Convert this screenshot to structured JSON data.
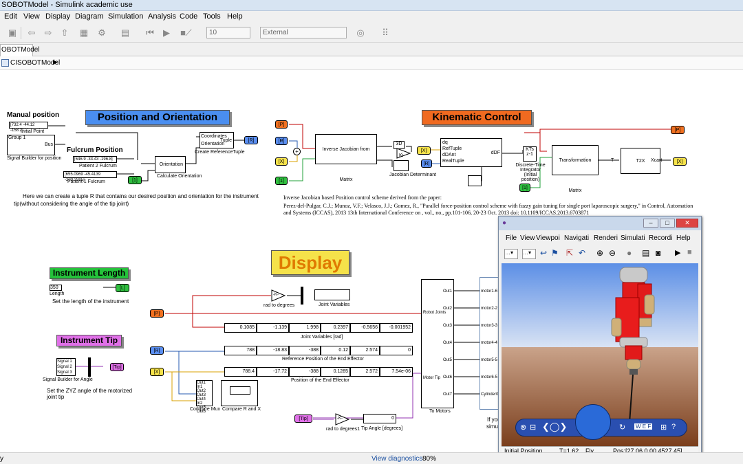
{
  "window": {
    "title": "SOBOTModel - Simulink academic use"
  },
  "menu": [
    "Edit",
    "View",
    "Display",
    "Diagram",
    "Simulation",
    "Analysis",
    "Code",
    "Tools",
    "Help"
  ],
  "toolbar": {
    "stop_time": "10",
    "sim_mode": "External"
  },
  "tab": {
    "label": "OBOTModel"
  },
  "breadcrumb": {
    "label": "CISOBOTModel"
  },
  "titles": {
    "pos": "Position and Orientation",
    "kin": "Kinematic Control",
    "disp": "Display",
    "len": "Instrument Length",
    "tip": "Instrument Tip"
  },
  "pos": {
    "manual": "Manual position",
    "const1": "[732.4 -44.12 -158.2]",
    "initial": "Initial Point",
    "group": "Group 1",
    "bus": "Bus",
    "sig": "Signal Builder for position",
    "fulcrum": "Fulcrum Position",
    "c2": "[646.9 -33.43 -196.8]",
    "p2": "Patient 2 Fulcrum",
    "c1": "[655.0969 -45.4139 -209.3985]",
    "p1": "Patient 1 Fulcrum",
    "orient": "Orientation",
    "calc": "Calculate Orientation",
    "coords": "Coordinates",
    "orient2": "Orientation",
    "tuple": "Tuple",
    "cref": "Create ReferenceTuple",
    "goto": "[R]",
    "port1": "[1]",
    "note1": "Here we can create a tuple R that contains our desired position and orientation for the instrument",
    "note2": "tip(without considering the angle of the tip joint)"
  },
  "kin": {
    "p_in": "[P]",
    "r_in": "[R]",
    "x_in": "[X]",
    "one_in": "[1]",
    "jinv": "Inverse Jacobian from Matrix",
    "ki": "Ki",
    "three_d": "3D",
    "jdet": "Jacobian Determinant",
    "x2": "[X]",
    "r2": "[R]",
    "ref": "RefTuple",
    "dd": "dDAnt",
    "real": "RealTuple",
    "dq": "dq",
    "ddf": "dDF",
    "dt": "Discrete-Time Integrator (Initial position)",
    "kts": "KTs",
    "z1": "z-1",
    "fk": "Transformation Matrix",
    "t2x": "T2X",
    "t": "T",
    "xcart": "Xcart",
    "x3": "[X]",
    "p3": "[P]",
    "one2": "[1]",
    "note1": "Inverse Jacobian based Position control scheme derived from the paper:",
    "note2": "Perez-del-Pulgar, C.J.; Munoz, V.F.; Velasco, J.J.; Gomez, R., \"Parallel force-position control scheme with fuzzy gain tuning for single port laparoscopic surgery,\" in Control, Automation",
    "note3": "and Systems (ICCAS), 2013 13th International Conference on , vol., no., pp.101-106, 20-23 Oct. 2013 doi: 10.1109/ICCAS.2013.6703871"
  },
  "len": {
    "val": "350",
    "lab": "Length",
    "out": "[L]",
    "note": "Set the length of the instrument"
  },
  "tip": {
    "s1": "Signal 1",
    "s2": "Signal 2",
    "s3": "Signal 3",
    "sb": "Signal Builder for Angle",
    "out": "[Tip]",
    "note1": "Set the ZYZ angle of the motorized",
    "note2": "joint tip"
  },
  "disp": {
    "k1": "-K-",
    "r2d": "rad to degrees",
    "jv": "Joint Variables",
    "p": "[P]",
    "r": "[R]",
    "x": "[X]",
    "tip": "[Tip]",
    "jvals": [
      "0.1085",
      "-1.139",
      "1.998",
      "0.2397",
      "-0.5656",
      "-0.001952"
    ],
    "jlab": "Joint Variables [rad]",
    "rvals": [
      "788",
      "-18.83",
      "-388",
      "0.12",
      "2.574",
      "0"
    ],
    "rlab": "Reference Position of the End Effector",
    "pvals": [
      "788.4",
      "-17.72",
      "-388",
      "0.1285",
      "2.572",
      "7.54e-06"
    ],
    "plab": "Position of the End Effector",
    "mux_in": [
      "Out1",
      "In1 Out2",
      "Out3",
      "Out4",
      "In2 Out5",
      "Out6"
    ],
    "cmux": "Compare Mux",
    "crx": "Compare R and X",
    "k2": "-K-",
    "r2d1": "rad to degrees1",
    "ta": "0",
    "tal": "Tip Angle [degrees]",
    "robot": "Robot Joints",
    "mtip": "Motor Tip",
    "tomotors": "To Motors",
    "outs": [
      "Out1",
      "Out2",
      "Out3",
      "Out4",
      "Out5",
      "Out6",
      "Out7"
    ],
    "motors": [
      "motor1-6",
      "motor2-2",
      "motor3-3",
      "motor4-4",
      "motor5-5",
      "motor6-5",
      "Cylinder0"
    ],
    "ifyou": "If you",
    "simu": "simu"
  },
  "vr": {
    "menu": [
      "File",
      "View",
      "Viewpoi",
      "Navigati",
      "Renderi",
      "Simulati",
      "Recordi",
      "Help"
    ],
    "status": {
      "view": "Initial Position",
      "time": "T=1.62",
      "mode": "Fly",
      "pos": "Pos:[27.06 0.00 4527.45]"
    }
  },
  "status": {
    "left": "y",
    "diag": "View diagnostics",
    "zoom": "80%"
  }
}
